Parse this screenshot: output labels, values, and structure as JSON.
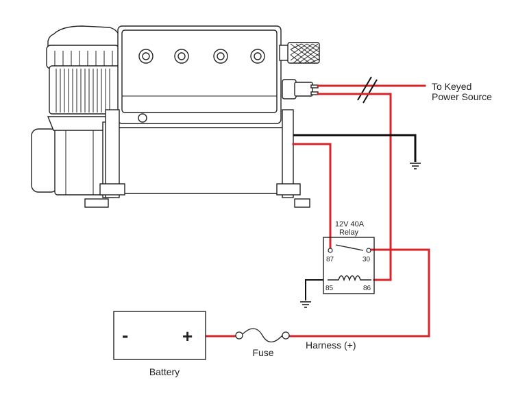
{
  "labels": {
    "keyed_power_line1": "To Keyed",
    "keyed_power_line2": "Power Source",
    "relay_rating": "12V  40A",
    "relay_name": "Relay",
    "pin_87": "87",
    "pin_30": "30",
    "pin_85": "85",
    "pin_86": "86",
    "battery_negative": "-",
    "battery_positive": "+",
    "battery": "Battery",
    "fuse": "Fuse",
    "harness": "Harness (+)"
  },
  "colors": {
    "power_wire": "#d8232a",
    "ground_wire": "#111111",
    "outline": "#222222"
  }
}
